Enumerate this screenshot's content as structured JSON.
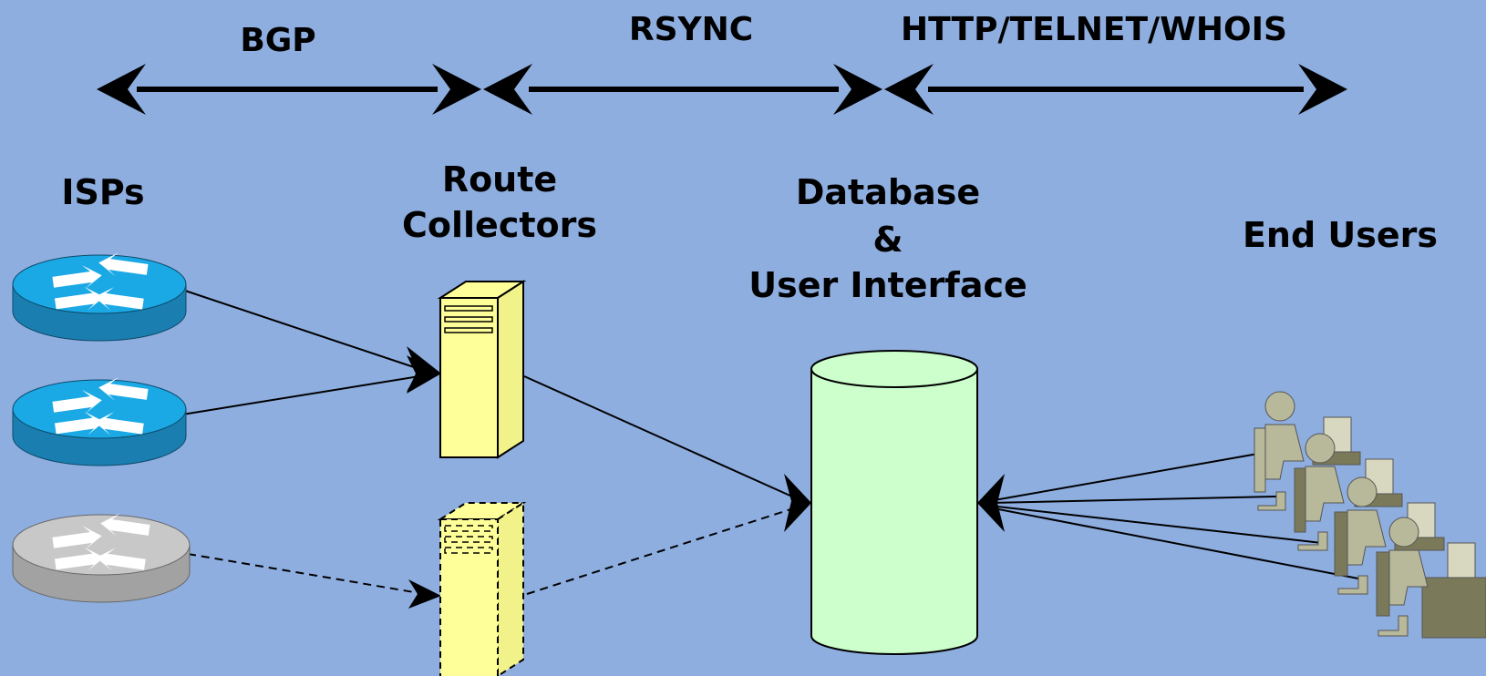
{
  "protocols": {
    "bgp": "BGP",
    "rsync": "RSYNC",
    "http": "HTTP/TELNET/WHOIS"
  },
  "nodes": {
    "isps": "ISPs",
    "collectors_line1": "Route",
    "collectors_line2": "Collectors",
    "db_line1": "Database",
    "db_line2": "&",
    "db_line3": "User Interface",
    "end_users": "End Users"
  },
  "colors": {
    "background": "#8eaee0",
    "router_active": "#1ba9e6",
    "router_active_side": "#1a7fb0",
    "router_inactive": "#c8c8c8",
    "router_inactive_side": "#a2a2a2",
    "server": "#ffff99",
    "database": "#ccffcc",
    "user": "#b8b89a",
    "user_dark": "#7a7a5a"
  }
}
